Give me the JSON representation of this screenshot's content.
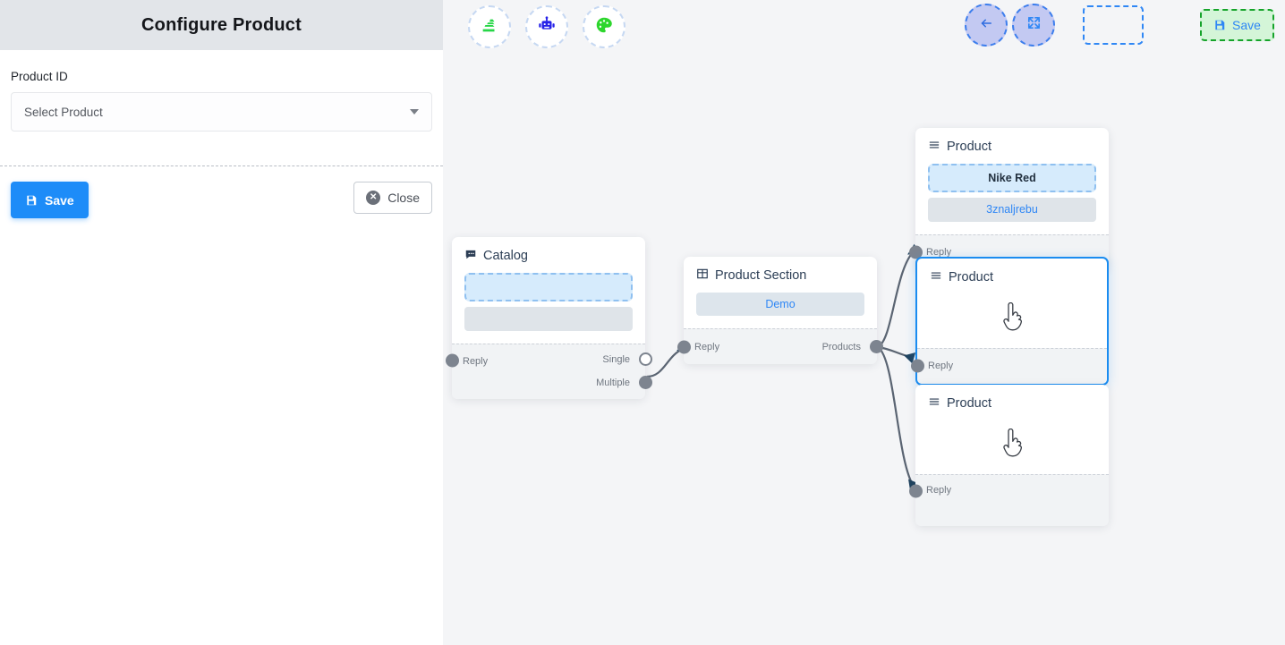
{
  "sidebar": {
    "title": "Configure Product",
    "field_label": "Product ID",
    "select_placeholder": "Select Product",
    "save_label": "Save",
    "close_label": "Close",
    "save_icon": "floppy-disk-icon",
    "close_icon": "close-circle-icon",
    "caret_icon": "chevron-down-icon"
  },
  "toolbar": {
    "left_tools": [
      {
        "name": "layers-stack-icon",
        "color": "#27d647"
      },
      {
        "name": "robot-icon",
        "color": "#2622e8"
      },
      {
        "name": "palette-icon",
        "color": "#2dd62d"
      }
    ],
    "right_tools": [
      {
        "name": "back-arrow-icon",
        "glyph": "←"
      },
      {
        "name": "compress-icon",
        "glyph": "⤤"
      }
    ],
    "save_label": "Save",
    "save_icon": "floppy-disk-icon",
    "save_bg": "#d4f5d8",
    "save_border": "#15a32a",
    "save_text_color": "#2f87f5"
  },
  "nodes": {
    "catalog": {
      "title": "Catalog",
      "icon": "chat-bubble-icon",
      "fields": [
        {
          "text": "",
          "style": "dashed"
        },
        {
          "text": "",
          "style": "gray"
        }
      ],
      "ports": {
        "reply": "Reply",
        "single": "Single",
        "multiple": "Multiple"
      }
    },
    "product_section": {
      "title": "Product Section",
      "icon": "table-grid-icon",
      "chip": "Demo",
      "ports": {
        "reply": "Reply",
        "products": "Products"
      }
    },
    "product_1": {
      "title": "Product",
      "icon": "hamburger-menu-icon",
      "field_primary": "Nike Red",
      "field_secondary": "3znaljrebu",
      "ports": {
        "reply": "Reply"
      }
    },
    "product_2": {
      "title": "Product",
      "icon": "hamburger-menu-icon",
      "body_icon": "pointer-hand-icon",
      "selected": true,
      "ports": {
        "reply": "Reply"
      }
    },
    "product_3": {
      "title": "Product",
      "icon": "hamburger-menu-icon",
      "body_icon": "pointer-hand-icon",
      "selected": false,
      "ports": {
        "reply": "Reply"
      }
    }
  },
  "colors": {
    "canvas_bg": "#f4f5f7",
    "accent_blue": "#1d8cf8",
    "node_border_selected": "#1a8cf0",
    "port": "#7d848f"
  }
}
